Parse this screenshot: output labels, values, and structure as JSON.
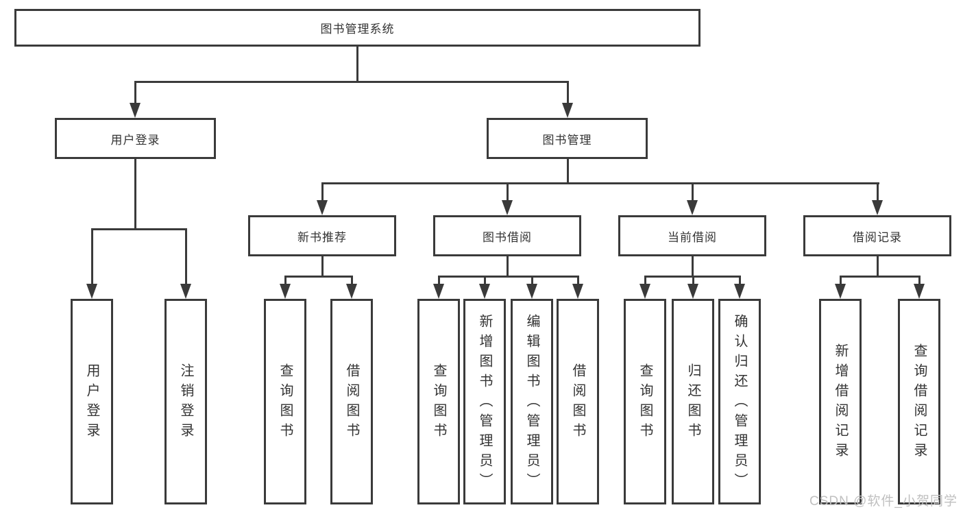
{
  "meta": {
    "diagram_type": "hierarchy",
    "background_color": "#ffffff",
    "line_color": "#3a3a3a",
    "text_color": "#333333",
    "watermark_color": "#c0c0c0"
  },
  "tree": {
    "label": "图书管理系统",
    "children": [
      {
        "label": "用户登录",
        "children": [
          {
            "label": "用户登录"
          },
          {
            "label": "注销登录"
          }
        ]
      },
      {
        "label": "图书管理",
        "children": [
          {
            "label": "新书推荐",
            "children": [
              {
                "label": "查询图书"
              },
              {
                "label": "借阅图书"
              }
            ]
          },
          {
            "label": "图书借阅",
            "children": [
              {
                "label": "查询图书"
              },
              {
                "label": "新增图书（管理员）"
              },
              {
                "label": "编辑图书（管理员）"
              },
              {
                "label": "借阅图书"
              }
            ]
          },
          {
            "label": "当前借阅",
            "children": [
              {
                "label": "查询图书"
              },
              {
                "label": "归还图书"
              },
              {
                "label": "确认归还（管理员）"
              }
            ]
          },
          {
            "label": "借阅记录",
            "children": [
              {
                "label": "新增借阅记录"
              },
              {
                "label": "查询借阅记录"
              }
            ]
          }
        ]
      }
    ]
  },
  "watermark": {
    "text": "CSDN @软件_小贺同学"
  }
}
